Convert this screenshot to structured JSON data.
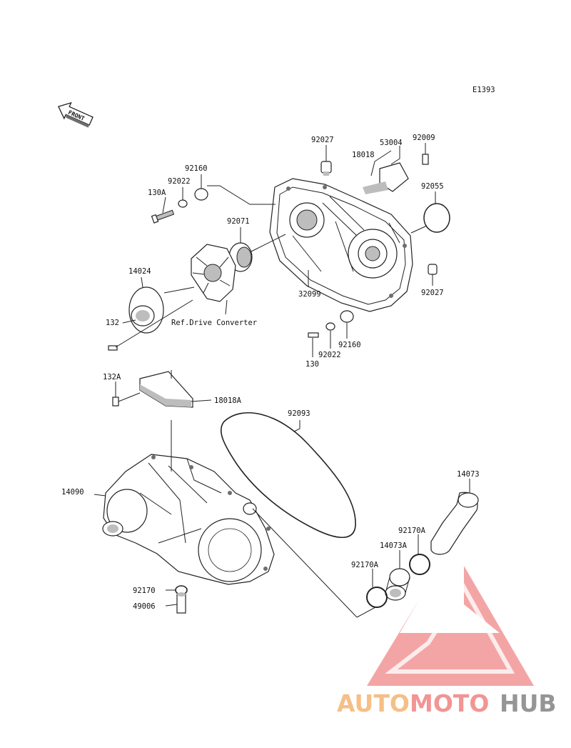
{
  "diagram_code": "E1393",
  "front_arrow_text": "FRONT",
  "ref_note": "Ref.Drive Converter",
  "part_labels": {
    "p92027_top": "92027",
    "p53004": "53004",
    "p92009": "92009",
    "p18018": "18018",
    "p92160_top": "92160",
    "p92022_top": "92022",
    "p130A": "130A",
    "p92055": "92055",
    "p92071": "92071",
    "p14024": "14024",
    "p132": "132",
    "p32099": "32099",
    "p92027_right": "92027",
    "p92160_low": "92160",
    "p92022_low": "92022",
    "p130": "130",
    "p132A": "132A",
    "p18018A": "18018A",
    "p92093": "92093",
    "p14090": "14090",
    "p14073": "14073",
    "p92170A_top": "92170A",
    "p14073A": "14073A",
    "p92170A_low": "92170A",
    "p92170": "92170",
    "p49006": "49006"
  },
  "watermark": {
    "part1": "AUTO",
    "part2": "MOTO",
    "part3": "HUB",
    "color1": "#f5b97a",
    "color2": "#f08a8a",
    "color3": "#8a8a8a",
    "triangle_color": "#f08a8a"
  }
}
